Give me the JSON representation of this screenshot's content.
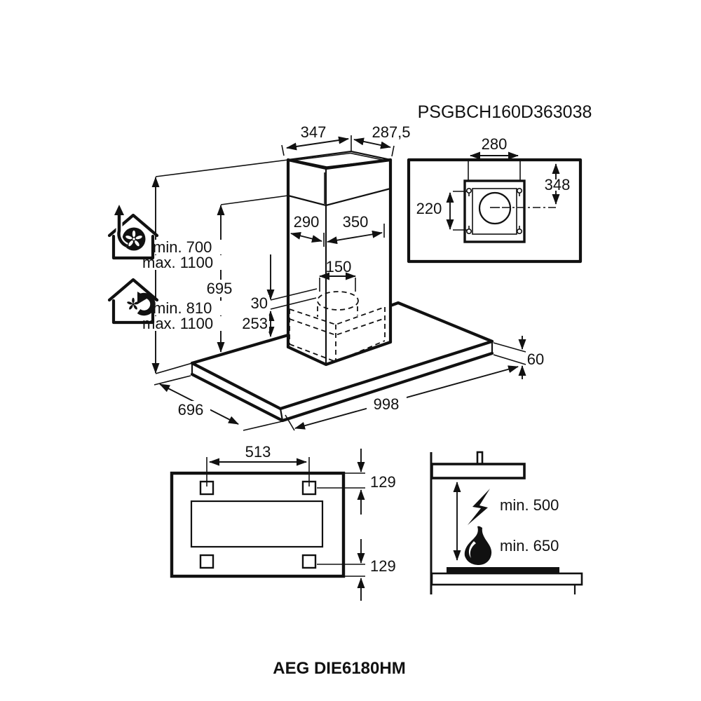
{
  "header": {
    "product_code": "PSGBCH160D363038"
  },
  "footer": {
    "model": "AEG DIE6180HM"
  },
  "colors": {
    "line": "#111111",
    "background": "#ffffff"
  },
  "main_view": {
    "chimney_top_width": "347",
    "chimney_top_depth": "287,5",
    "chimney_left_face_width": "290",
    "chimney_right_face_width": "350",
    "duct_diameter": "150",
    "duct_stub_height": "30",
    "recirc_box_height": "253",
    "chimney_section_height": "695",
    "body_height": "60",
    "body_length": "998",
    "body_depth": "696",
    "extraction_mode": {
      "min": "min. 700",
      "max": "max. 1100"
    },
    "recirculation_mode": {
      "min": "min. 810",
      "max": "max. 1100"
    }
  },
  "ceiling_bracket_view": {
    "bracket_width": "280",
    "ceiling_to_duct_center": "348",
    "hole_spacing": "220"
  },
  "mounting_top_view": {
    "hole_spacing_x": "513",
    "edge_to_hole_top": "129",
    "edge_to_hole_bottom": "129"
  },
  "clearance_view": {
    "electric_hob_min": "min. 500",
    "gas_hob_min": "min. 650"
  }
}
